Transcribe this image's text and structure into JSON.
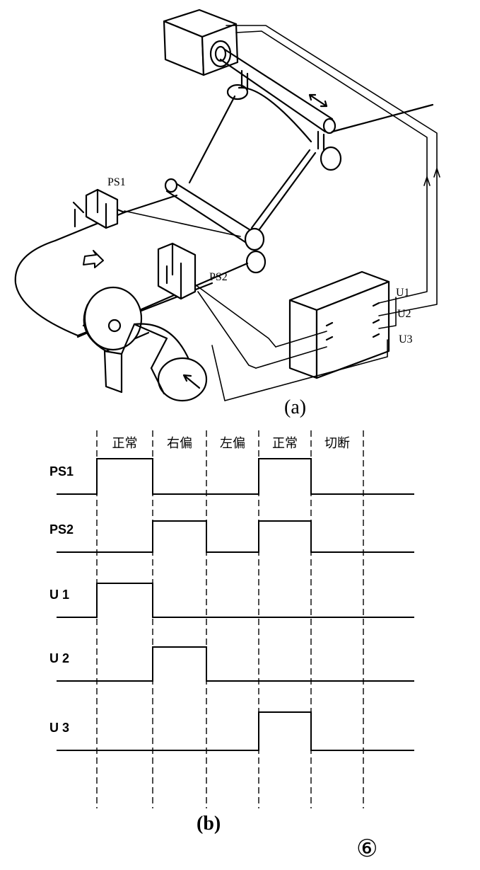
{
  "figure_a": {
    "caption": "(a)",
    "sensor_labels": [
      "PS1",
      "PS2"
    ],
    "output_labels": [
      "U1",
      "U2",
      "U3"
    ]
  },
  "figure_b": {
    "caption": "(b)",
    "phases": [
      "正常",
      "右偏",
      "左偏",
      "正常",
      "切断"
    ],
    "signals": [
      {
        "name": "PS1",
        "levels": [
          0,
          1,
          0,
          0,
          1,
          0
        ]
      },
      {
        "name": "PS2",
        "levels": [
          0,
          0,
          1,
          0,
          1,
          0
        ]
      },
      {
        "name": "U 1",
        "levels": [
          0,
          1,
          0,
          0,
          0,
          0
        ]
      },
      {
        "name": "U 2",
        "levels": [
          0,
          0,
          1,
          0,
          0,
          0
        ]
      },
      {
        "name": "U 3",
        "levels": [
          0,
          0,
          0,
          0,
          1,
          0
        ]
      }
    ]
  },
  "figure_number": "⑥"
}
